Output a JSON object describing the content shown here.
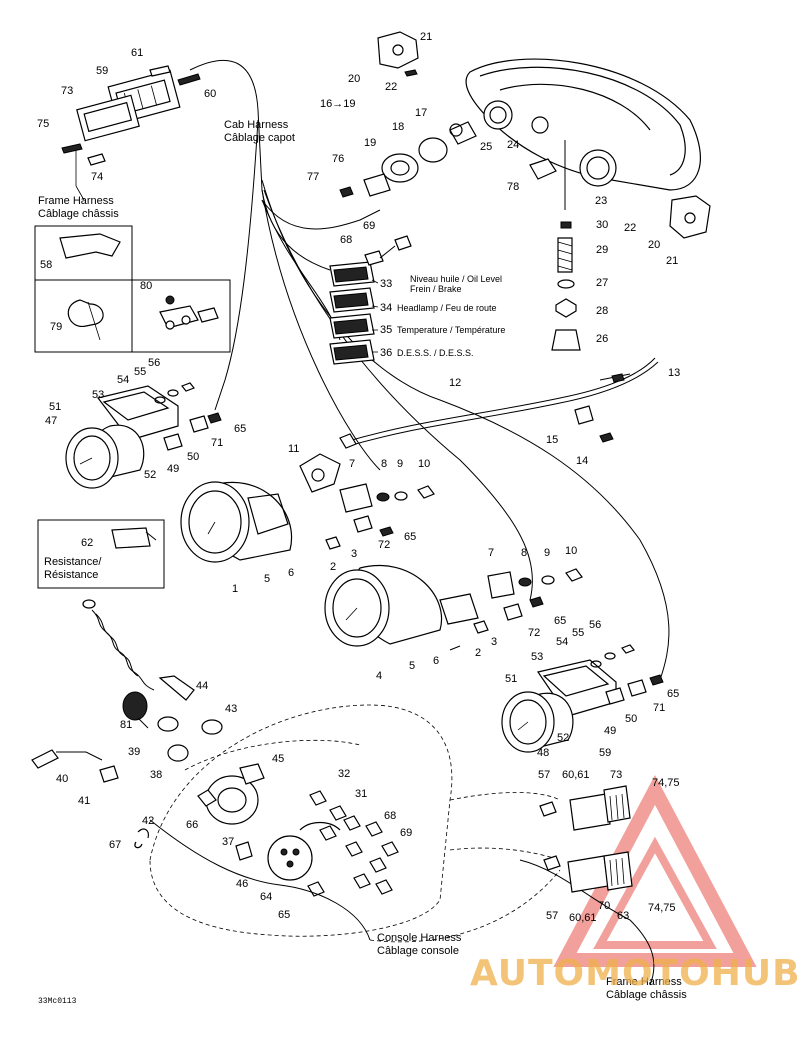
{
  "harness_labels": {
    "cab_en": "Cab Harness",
    "cab_fr": "Câblage capot",
    "frame_top_en": "Frame Harness",
    "frame_top_fr": "Câblage châssis",
    "console_en": "Console Harness",
    "console_fr": "Câblage console",
    "frame_bottom_en": "Frame Harness",
    "frame_bottom_fr": "Câblage châssis",
    "resistance_en": "Resistance/",
    "resistance_fr": "Résistance"
  },
  "indicator_lights": [
    {
      "num": "33",
      "text_1": "Niveau huile / Oil Level",
      "text_2": "Frein / Brake"
    },
    {
      "num": "34",
      "text_1": "Headlamp / Feu de route",
      "text_2": ""
    },
    {
      "num": "35",
      "text_1": "Temperature / Température",
      "text_2": ""
    },
    {
      "num": "36",
      "text_1": "D.E.S.S. / D.E.S.S.",
      "text_2": ""
    }
  ],
  "callouts": [
    "61",
    "59",
    "60",
    "73",
    "75",
    "74",
    "77",
    "76",
    "19",
    "18",
    "17",
    "25",
    "24",
    "78",
    "16→19",
    "21",
    "20",
    "22",
    "23",
    "30",
    "29",
    "27",
    "28",
    "26",
    "22",
    "20",
    "21",
    "69",
    "68",
    "58",
    "80",
    "79",
    "56",
    "55",
    "54",
    "53",
    "51",
    "47",
    "65",
    "71",
    "50",
    "49",
    "52",
    "11",
    "7",
    "8",
    "9",
    "10",
    "12",
    "13",
    "15",
    "14",
    "1",
    "5",
    "6",
    "2",
    "3",
    "72",
    "65",
    "7",
    "8",
    "9",
    "10",
    "62",
    "65",
    "72",
    "3",
    "2",
    "4",
    "5",
    "6",
    "56",
    "55",
    "54",
    "53",
    "51",
    "65",
    "71",
    "50",
    "49",
    "52",
    "48",
    "44",
    "43",
    "81",
    "39",
    "38",
    "45",
    "40",
    "41",
    "42",
    "66",
    "67",
    "37",
    "46",
    "32",
    "31",
    "68",
    "69",
    "64",
    "65",
    "57",
    "60,61",
    "59",
    "73",
    "74,75",
    "57",
    "60,61",
    "63",
    "70",
    "74,75"
  ],
  "figure_code": "33Mc0113",
  "watermark": {
    "text": "AUTOMOTOHUB",
    "color_red": "#e8534a",
    "color_gold": "#f0b04a"
  }
}
